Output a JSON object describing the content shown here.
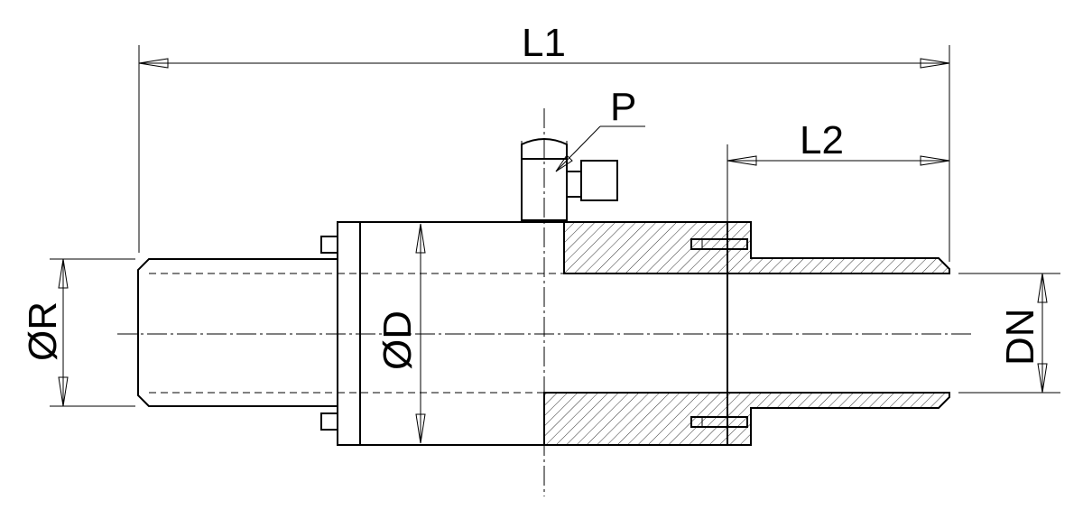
{
  "diagram": {
    "labels": {
      "l1": "L1",
      "l2": "L2",
      "p": "P",
      "od": "ØD",
      "or": "ØR",
      "dn": "DN"
    }
  }
}
